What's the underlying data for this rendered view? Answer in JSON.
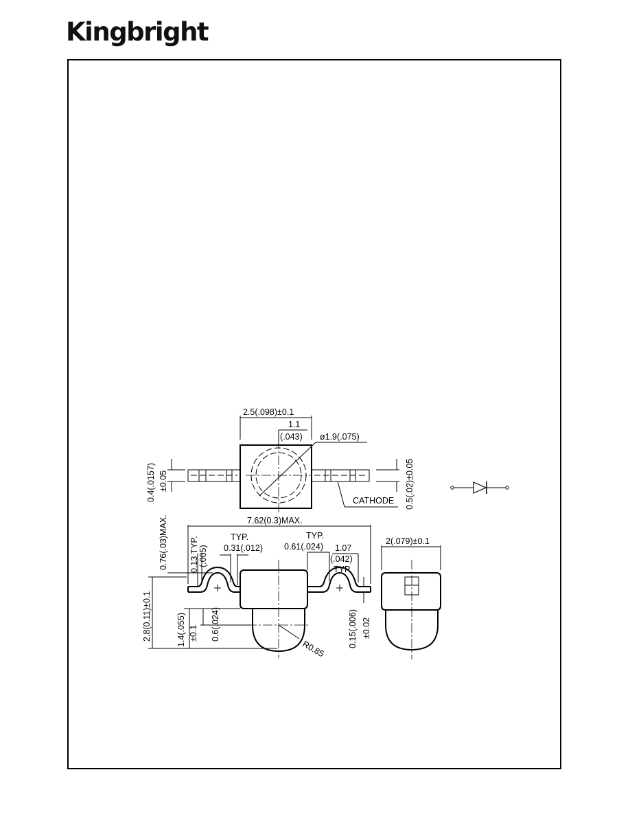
{
  "brand": {
    "logo_text": "Kingbright"
  },
  "diagram": {
    "top_view": {
      "width_dim": "2.5(.098)±0.1",
      "offset_dim_mm": "1.1",
      "offset_dim_in": "(.043)",
      "lens_dia": "ø1.9(.075)",
      "lead_height_dim_in": "0.4(.0157)",
      "lead_height_tol": "±0.05",
      "right_lead_dim_tol": "0.5(.02)±0.05",
      "cathode_label": "CATHODE"
    },
    "side_view": {
      "overall_length": "7.62(0.3)MAX.",
      "lead_rise": "0.76(.03)MAX.",
      "thickness_typ": "0.13 TYP.",
      "thickness_in": "(.005)",
      "typ_label_left": "TYP.",
      "lead_width": "0.31(.012)",
      "typ_label_right": "TYP.",
      "bend_width": "0.61(.024)",
      "pitch_mm": "1.07",
      "pitch_in": "(.042)",
      "pitch_typ": "TYP.",
      "total_height": "2.8(0.11)±0.1",
      "lens_height": "1.4(.055)",
      "lens_height_tol": "±0.1",
      "lens_offset": "0.6(.024)",
      "radius": "R0.85",
      "lead_thickness": "0.15(.006)",
      "lead_thickness_tol": "±0.02"
    },
    "end_view": {
      "width_dim": "2(.079)±0.1"
    }
  }
}
